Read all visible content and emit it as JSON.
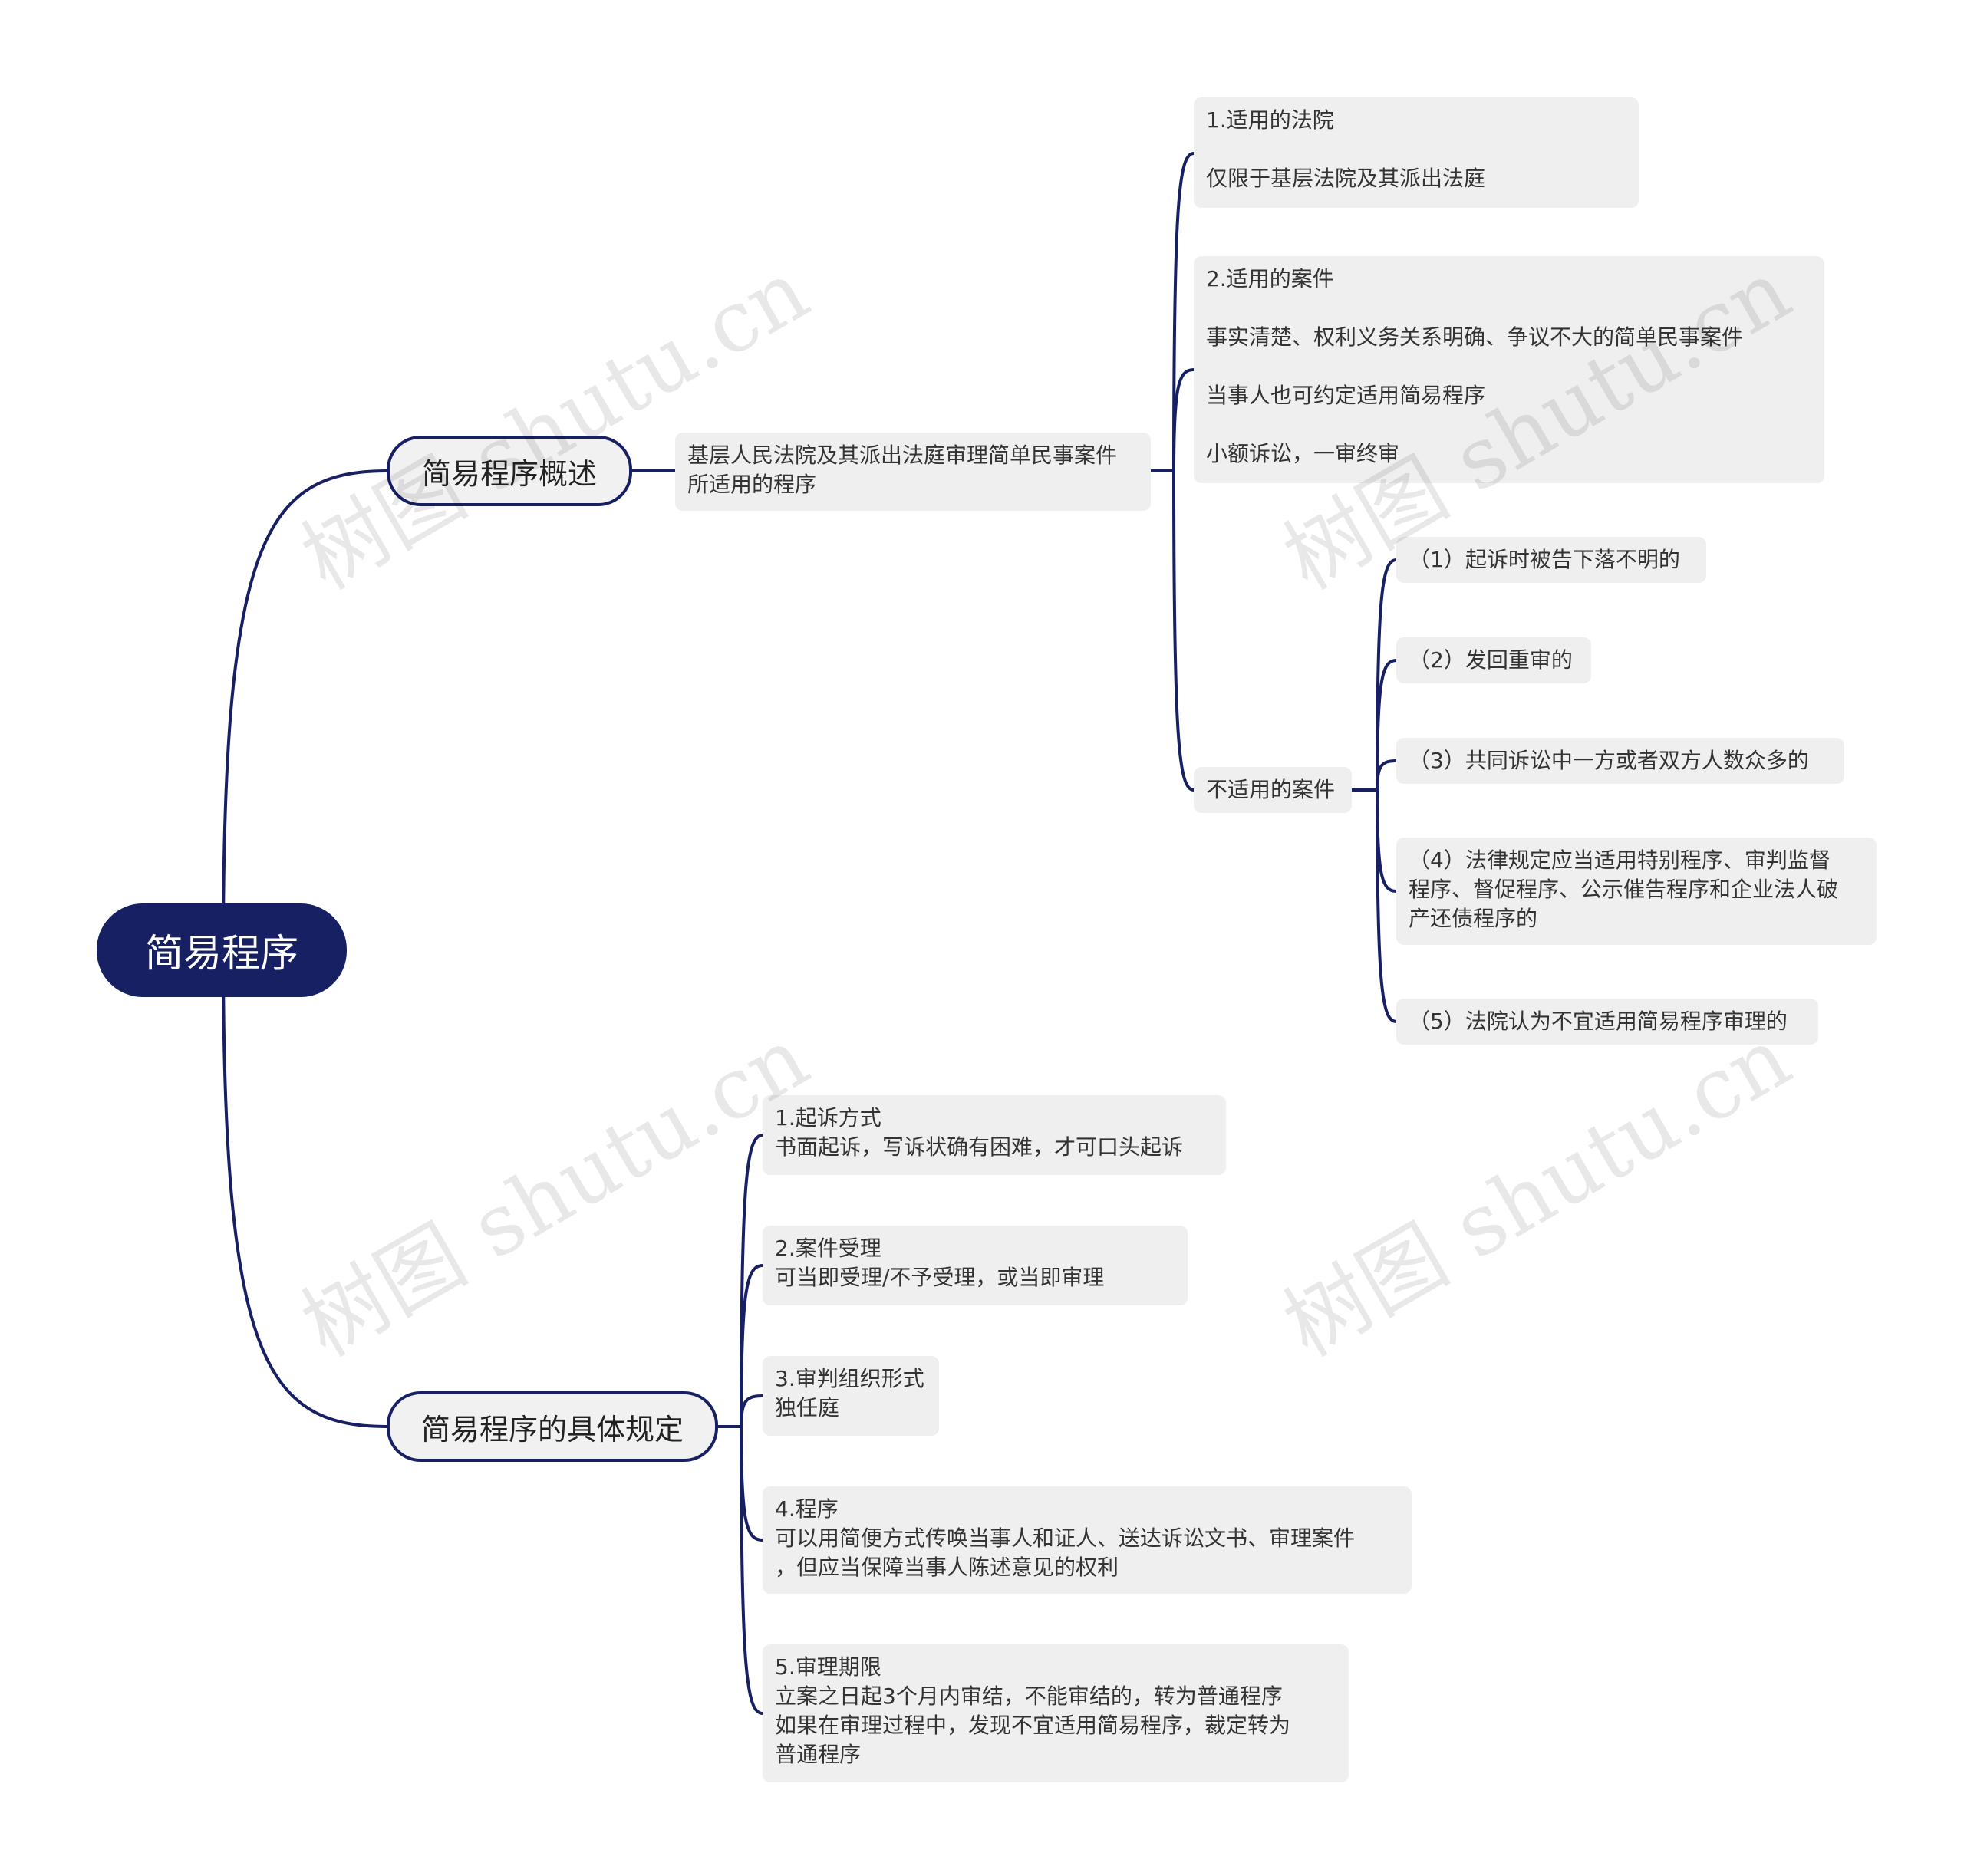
{
  "root": {
    "label": "简易程序"
  },
  "branches": [
    {
      "label": "简易程序概述",
      "summary": [
        "基层人民法院及其派出法庭审理简单民事案件",
        "所适用的程序"
      ],
      "items": [
        {
          "title": "1.适用的法院",
          "lines": [
            "仅限于基层法院及其派出法庭"
          ]
        },
        {
          "title": "2.适用的案件",
          "lines": [
            "事实清楚、权利义务关系明确、争议不大的简单民事案件",
            "当事人也可约定适用简易程序",
            "小额诉讼，一审终审"
          ]
        },
        {
          "title": "不适用的案件",
          "children": [
            {
              "lines": [
                "（1）起诉时被告下落不明的"
              ]
            },
            {
              "lines": [
                "（2）发回重审的"
              ]
            },
            {
              "lines": [
                "（3）共同诉讼中一方或者双方人数众多的"
              ]
            },
            {
              "lines": [
                "（4）法律规定应当适用特别程序、审判监督",
                "程序、督促程序、公示催告程序和企业法人破",
                "产还债程序的"
              ]
            },
            {
              "lines": [
                "（5）法院认为不宜适用简易程序审理的"
              ]
            }
          ]
        }
      ]
    },
    {
      "label": "简易程序的具体规定",
      "items": [
        {
          "lines": [
            "1.起诉方式",
            "书面起诉，写诉状确有困难，才可口头起诉"
          ]
        },
        {
          "lines": [
            "2.案件受理",
            "可当即受理/不予受理，或当即审理"
          ]
        },
        {
          "lines": [
            "3.审判组织形式",
            "独任庭"
          ]
        },
        {
          "lines": [
            "4.程序",
            "可以用简便方式传唤当事人和证人、送达诉讼文书、审理案件",
            "，但应当保障当事人陈述意见的权利"
          ]
        },
        {
          "lines": [
            "5.审理期限",
            "立案之日起3个月内审结，不能审结的，转为普通程序",
            "如果在审理过程中，发现不宜适用简易程序，裁定转为",
            "普通程序"
          ]
        }
      ]
    }
  ],
  "watermark": "树图 shutu.cn",
  "colors": {
    "line": "#172062",
    "root_bg": "#172062",
    "node_bg": "#efefef"
  }
}
